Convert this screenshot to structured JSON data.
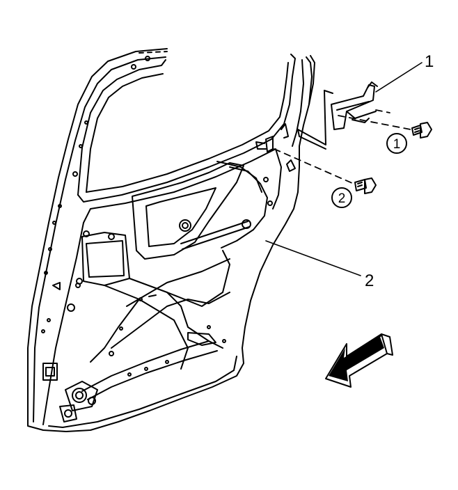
{
  "callouts": [
    {
      "id": "callout-1",
      "text": "1"
    },
    {
      "id": "callout-2",
      "text": "2"
    }
  ],
  "circled_steps": [
    {
      "id": "step-1",
      "text": "1"
    },
    {
      "id": "step-2",
      "text": "2"
    }
  ],
  "colors": {
    "line": "#000000",
    "background": "#ffffff"
  }
}
